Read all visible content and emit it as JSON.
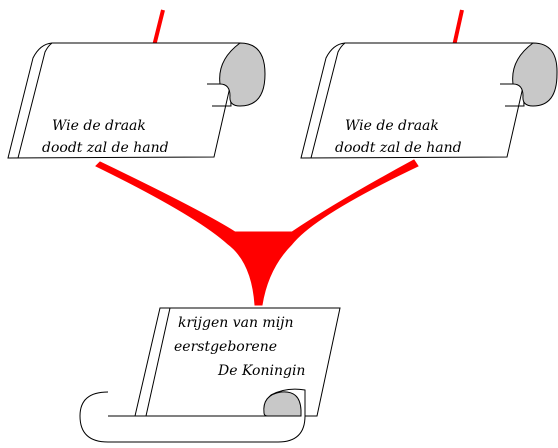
{
  "scrolls": [
    {
      "id": "left",
      "lines": [
        "Wie  de  draak",
        "doodt  zal  de  hand"
      ]
    },
    {
      "id": "right",
      "lines": [
        "Wie  de  draak",
        "doodt  zal  de  hand"
      ]
    },
    {
      "id": "bottom",
      "lines": [
        "krijgen  van  mijn",
        "eerstgeborene",
        "De  Koningin"
      ]
    }
  ],
  "colors": {
    "connector": "#ff0000",
    "roll_fill": "#c8c8c8",
    "outline": "#000000",
    "paper": "#ffffff"
  }
}
